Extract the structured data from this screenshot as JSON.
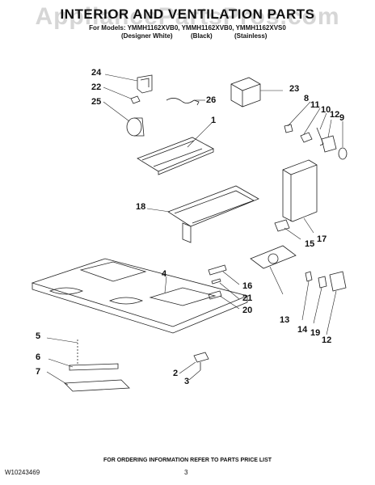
{
  "watermark": "AppliancePartsPros.com",
  "title": "INTERIOR AND VENTILATION PARTS",
  "models_line": "For Models: YMMH1162XVB0, YMMH1162XVB0, YMMH1162XVS0",
  "variants": [
    "(Designer White)",
    "(Black)",
    "(Stainless)"
  ],
  "callouts": [
    "24",
    "22",
    "25",
    "26",
    "23",
    "8",
    "11",
    "10",
    "12",
    "9",
    "1",
    "18",
    "17",
    "15",
    "4",
    "16",
    "21",
    "20",
    "13",
    "14",
    "19",
    "12",
    "5",
    "6",
    "7",
    "2",
    "3"
  ],
  "footer": "FOR ORDERING INFORMATION REFER TO PARTS PRICE LIST",
  "doc_number": "W10243469",
  "page_number": "3"
}
